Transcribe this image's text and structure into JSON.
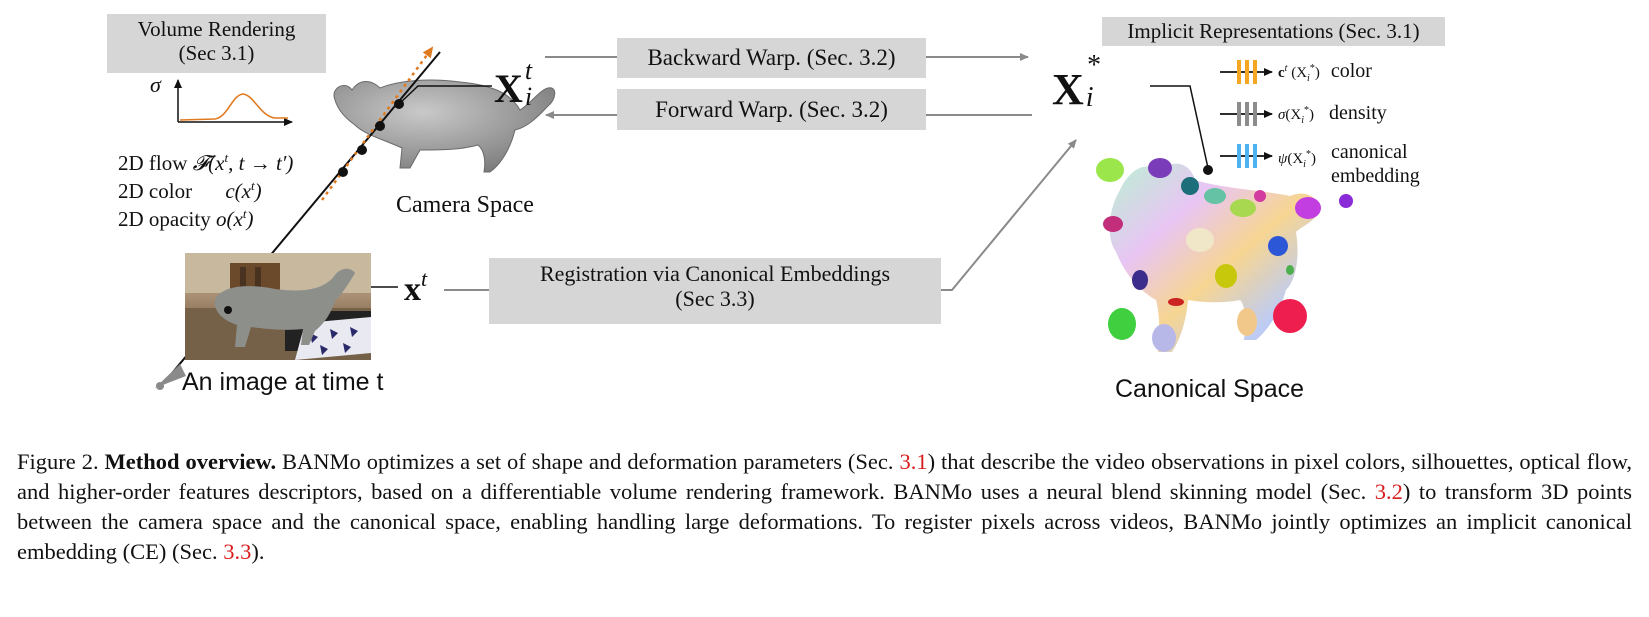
{
  "figure": {
    "volume_rendering_box": {
      "line1": "Volume Rendering",
      "line2": "(Sec 3.1)"
    },
    "sigma_symbol": "σ",
    "flow_labels": {
      "flow": {
        "prefix": "2D flow",
        "math": "𝓕(x",
        "sup": "t",
        "rest": ", t → t′)"
      },
      "color": {
        "prefix": "2D color",
        "math": "c(x",
        "sup": "t",
        "rest": ")"
      },
      "opacity": {
        "prefix": "2D opacity",
        "math": "o(x",
        "sup": "t",
        "rest": ")"
      }
    },
    "camera_space_label": "Camera Space",
    "camera_point": {
      "base": "X",
      "sub": "i",
      "sup": "t"
    },
    "pixel_point": {
      "base": "x",
      "sup": "t"
    },
    "image_label": "An image at time t",
    "backward_warp": "Backward Warp. (Sec. 3.2)",
    "forward_warp": "Forward Warp. (Sec. 3.2)",
    "registration_box": {
      "line1": "Registration via Canonical Embeddings",
      "line2": "(Sec 3.3)"
    },
    "canonical_point": {
      "base": "X",
      "sub": "i",
      "sup": "*"
    },
    "implicit_box": "Implicit Representations (Sec. 3.1)",
    "implicit_outputs": [
      {
        "func": "c",
        "sup": "t",
        "arg": "(X",
        "argsub": "i",
        "argsup": "*",
        "close": ")",
        "label": "color",
        "color": "#f5a623"
      },
      {
        "func": "σ",
        "sup": "",
        "arg": "(X",
        "argsub": "i",
        "argsup": "*",
        "close": ")",
        "label": "density",
        "color": "#8c8c8c"
      },
      {
        "func": "ψ",
        "sup": "",
        "arg": "(X",
        "argsub": "i",
        "argsup": "*",
        "close": ")",
        "label": "canonical",
        "label2": "embedding",
        "color": "#4db3f0"
      }
    ],
    "canonical_space_label": "Canonical Space"
  },
  "caption": {
    "figure_no": "Figure 2.",
    "title": "Method overview.",
    "seg1": " BANMo optimizes a set of shape and deformation parameters (Sec. ",
    "ref1": "3.1",
    "seg2": ") that describe the video observations in pixel colors, silhouettes, optical flow, and higher-order features descriptors, based on a differentiable volume rendering framework. BANMo uses a neural blend skinning model (Sec. ",
    "ref2": "3.2",
    "seg3": ") to transform 3D points between the camera space and the canonical space, enabling handling large deformations. To register pixels across videos, BANMo jointly optimizes an implicit canonical embedding (CE) (Sec. ",
    "ref3": "3.3",
    "seg4": ")."
  }
}
